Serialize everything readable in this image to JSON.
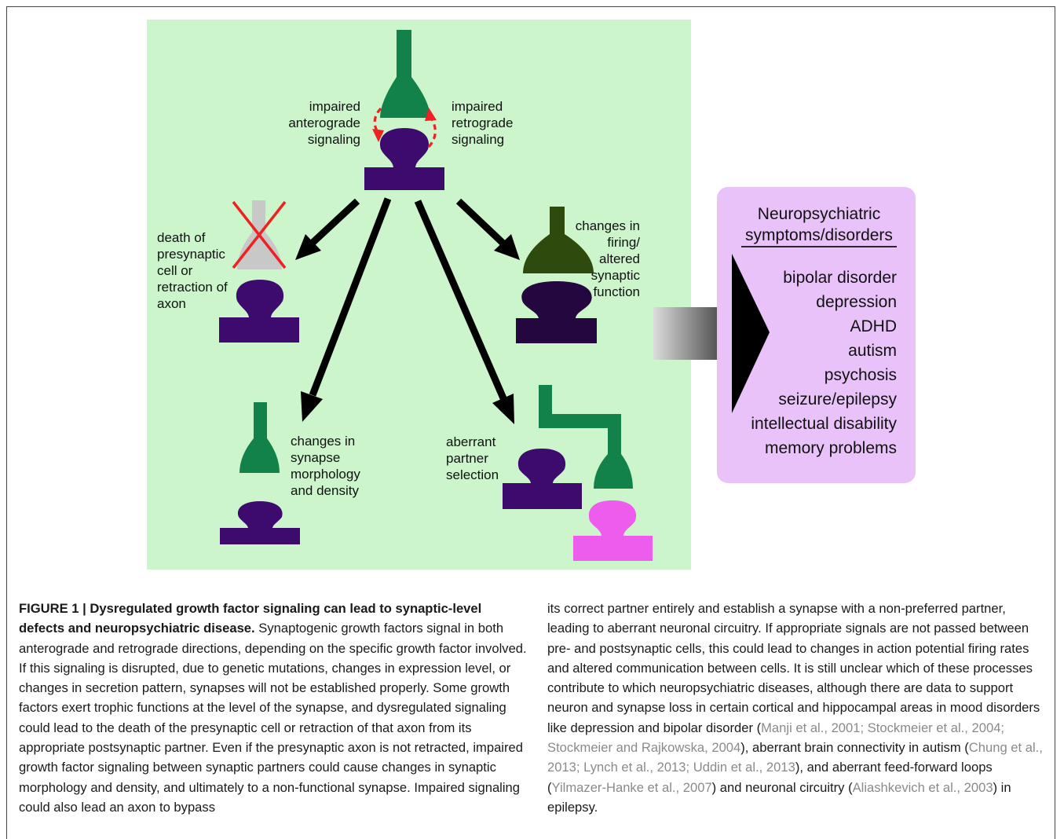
{
  "figure": {
    "colors": {
      "panel_bg": "#ccf5cc",
      "pre_green": "#13824a",
      "pre_dark_green": "#2e4a0d",
      "post_purple": "#3d0a6e",
      "post_dark": "#25073f",
      "post_pink": "#ee5cee",
      "dead_gray": "#c8c8c8",
      "cross_red": "#ee2222",
      "dashed_red": "#ee2222",
      "box_lavender": "#e8c2f8"
    },
    "labels": {
      "anterograde": [
        "impaired",
        "anterograde",
        "signaling"
      ],
      "retrograde": [
        "impaired",
        "retrograde",
        "signaling"
      ],
      "death": [
        "death of",
        "presynaptic",
        "cell or",
        "retraction of",
        "axon"
      ],
      "firing": [
        "changes in",
        "firing/",
        "altered",
        "synaptic",
        "function"
      ],
      "morphology": [
        "changes in",
        "synapse",
        "morphology",
        "and density"
      ],
      "partner": [
        "aberrant",
        "partner",
        "selection"
      ]
    },
    "box": {
      "title_line1": "Neuropsychiatric",
      "title_line2": "symptoms/disorders",
      "items": [
        "bipolar disorder",
        "depression",
        "ADHD",
        "autism",
        "psychosis",
        "seizure/epilepsy",
        "intellectual disability",
        "memory problems"
      ]
    }
  },
  "caption": {
    "label": "FIGURE 1 | Dysregulated growth factor signaling can lead to synaptic-level defects and neuropsychiatric disease.",
    "left_text": " Synaptogenic growth factors signal in both anterograde and retrograde directions, depending on the specific growth factor involved. If this signaling is disrupted, due to genetic mutations, changes in expression level, or changes in secretion pattern, synapses will not be established properly. Some growth factors exert trophic functions at the level of the synapse, and dysregulated signaling could lead to the death of the presynaptic cell or retraction of that axon from its appropriate postsynaptic partner. Even if the presynaptic axon is not retracted, impaired growth factor signaling between synaptic partners could cause changes in synaptic morphology and density, and ultimately to a non-functional synapse. Impaired signaling could also lead an axon to bypass",
    "right_segments": [
      {
        "t": "its correct partner entirely and establish a synapse with a non-preferred partner, leading to aberrant neuronal circuitry. If appropriate signals are not passed between pre- and postsynaptic cells, this could lead to changes in action potential firing rates and altered communication between cells. It is still unclear which of these processes contribute to which neuropsychiatric diseases, although there are data to support neuron and synapse loss in certain cortical and hippocampal areas in mood disorders like depression and bipolar disorder (",
        "c": false
      },
      {
        "t": "Manji et al., 2001; Stockmeier et al., 2004; Stockmeier and Rajkowska, 2004",
        "c": true
      },
      {
        "t": "), aberrant brain connectivity in autism (",
        "c": false
      },
      {
        "t": "Chung et al., 2013; Lynch et al., 2013; Uddin et al., 2013",
        "c": true
      },
      {
        "t": "), and aberrant feed-forward loops (",
        "c": false
      },
      {
        "t": "Yilmazer-Hanke et al., 2007",
        "c": true
      },
      {
        "t": ") and neuronal circuitry (",
        "c": false
      },
      {
        "t": "Aliashkevich et al., 2003",
        "c": true
      },
      {
        "t": ") in epilepsy.",
        "c": false
      }
    ]
  }
}
